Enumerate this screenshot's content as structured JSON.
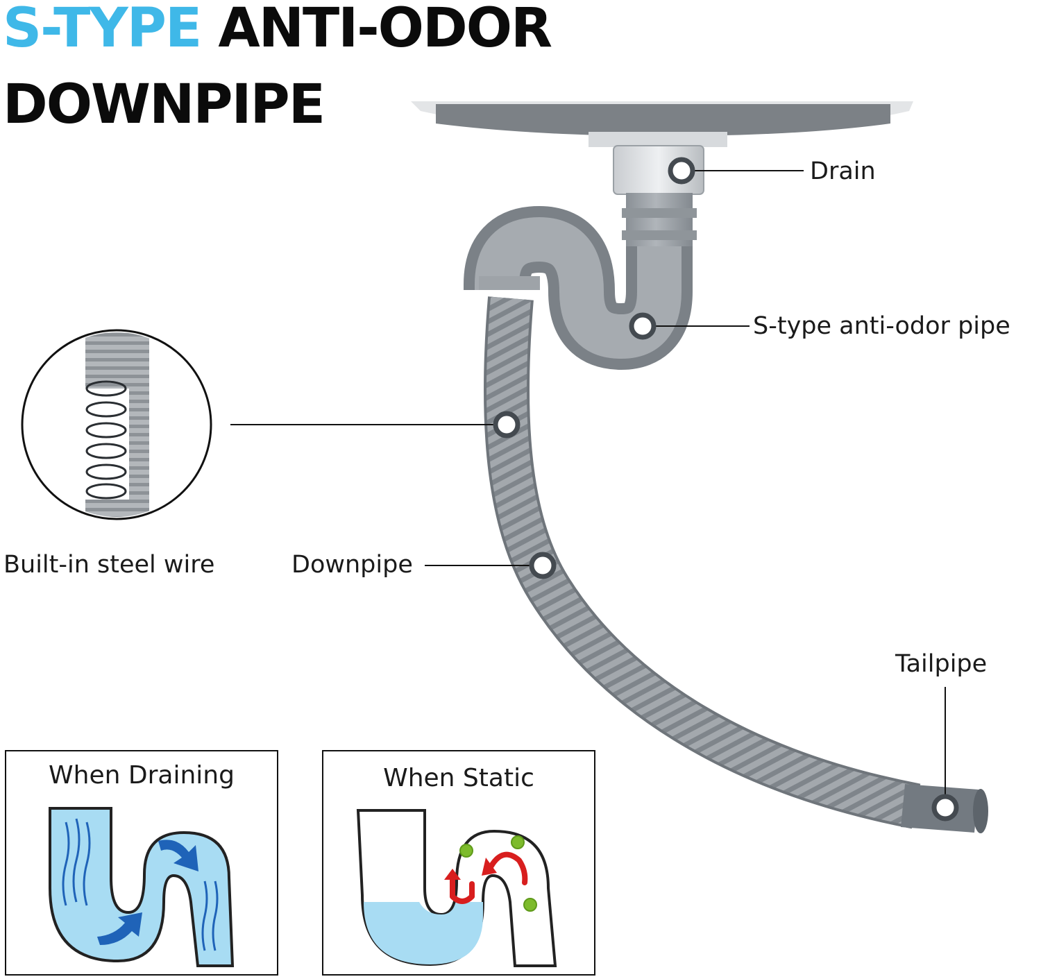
{
  "title": {
    "accent": "S-TYPE",
    "rest_line1": "ANTI-ODOR",
    "line2": "DOWNPIPE"
  },
  "labels": {
    "drain": "Drain",
    "s_type_pipe": "S-type anti-odor pipe",
    "steel_wire": "Built-in steel wire",
    "downpipe": "Downpipe",
    "tailpipe": "Tailpipe"
  },
  "panels": {
    "draining": "When Draining",
    "static": "When Static"
  },
  "colors": {
    "accent": "#3fb8e8",
    "pipe_gray": "#9aa0a6",
    "water_blue": "#a8dcf3",
    "arrow_blue": "#1f63b8",
    "arrow_red": "#d81e1e",
    "germ_green": "#7dbb2c"
  },
  "icons": [
    "steel-spring-icon",
    "germ-icon",
    "flow-arrow-icon",
    "return-arrow-icon"
  ]
}
